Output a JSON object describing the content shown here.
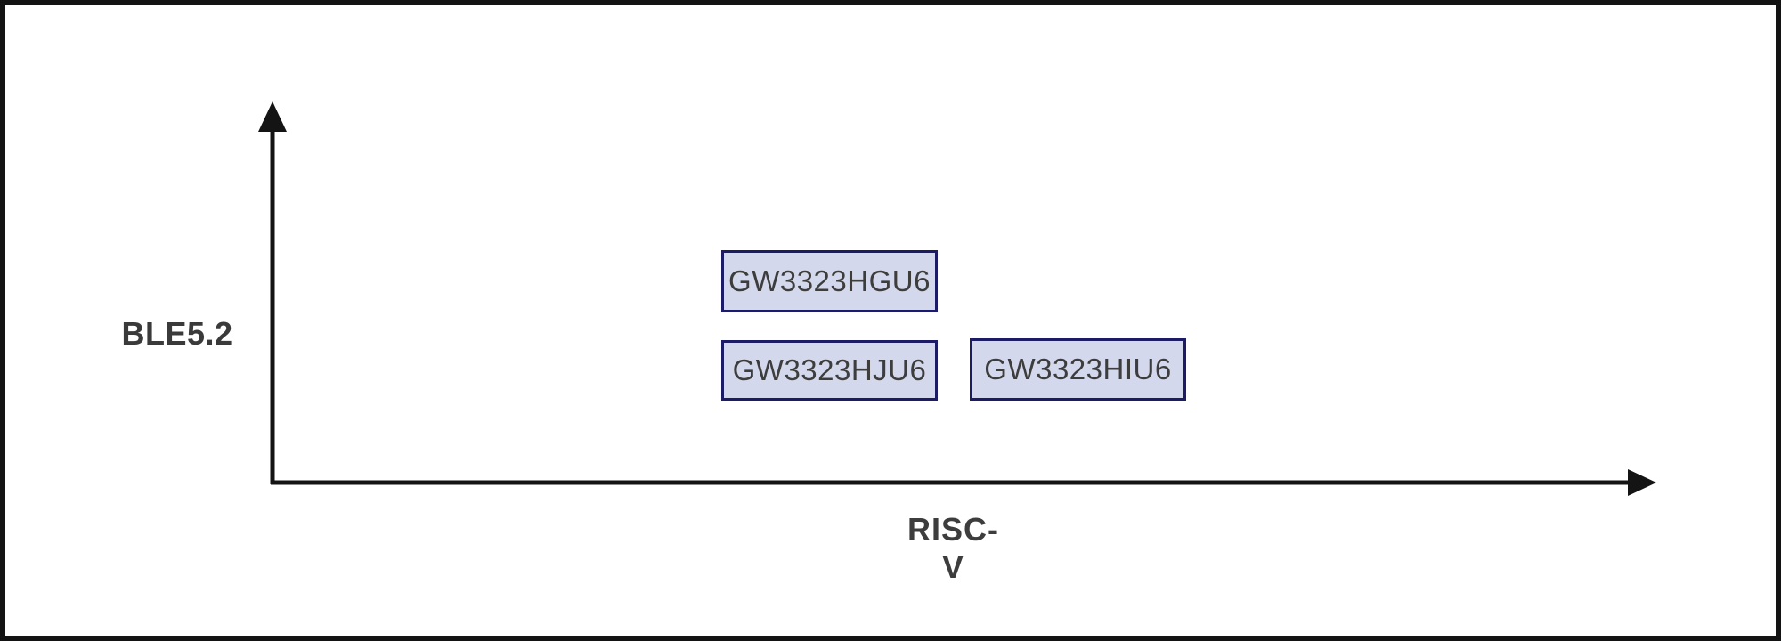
{
  "figure": {
    "axes": {
      "y_label": "BLE5.2",
      "x_label": "RISC-V",
      "axis_color": "#141414"
    },
    "nodes": [
      {
        "label": "GW3323HGU6"
      },
      {
        "label": "GW3323HJU6"
      },
      {
        "label": "GW3323HIU6"
      }
    ],
    "node_style": {
      "fill_color": "#d4d8ec",
      "border_color": "#1b1b66",
      "text_color": "#3d3d3d"
    },
    "frame_color": "#131313",
    "background_color": "#ffffff"
  }
}
